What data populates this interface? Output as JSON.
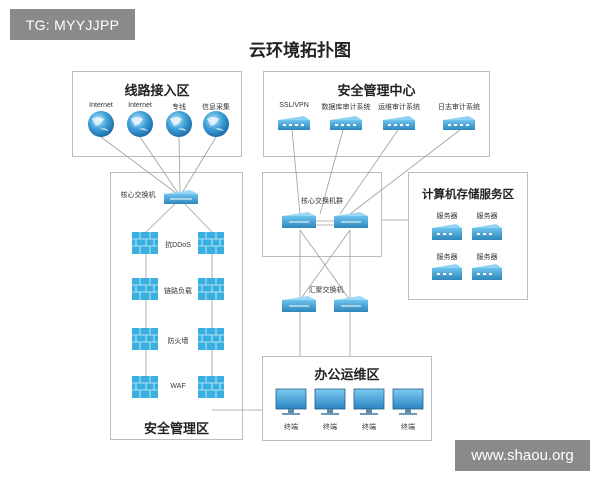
{
  "watermarks": {
    "top_left": "TG: MYYJJPP",
    "bottom_right": "www.shaou.org"
  },
  "diagram_title": "云环境拓扑图",
  "regions": {
    "line_access": {
      "title": "线路接入区",
      "items": [
        "Internet",
        "Internet",
        "专线",
        "信息采集"
      ]
    },
    "security_center": {
      "title": "安全管理中心",
      "items": [
        "SSL/VPN",
        "数据库审计系统",
        "运维审计系统",
        "日志审计系统"
      ]
    },
    "security_zone": {
      "title": "安全管理区",
      "core_switch": "核心交换机",
      "layers": [
        "抗DDoS",
        "链路负载",
        "防火墙",
        "WAF"
      ]
    },
    "core_cluster": {
      "title": "核心交换机群"
    },
    "aggregation": {
      "title": "汇聚交换机"
    },
    "storage": {
      "title": "计算机存储服务区",
      "servers": [
        "服务器",
        "服务器",
        "服务器",
        "服务器"
      ]
    },
    "office": {
      "title": "办公运维区",
      "terminals": [
        "终端",
        "终端",
        "终端",
        "终端"
      ]
    }
  },
  "colors": {
    "device_blue": "#4aa7d9",
    "device_dark": "#2f86bb",
    "firewall": "#3ab0e0",
    "line": "#9e9e9e"
  }
}
